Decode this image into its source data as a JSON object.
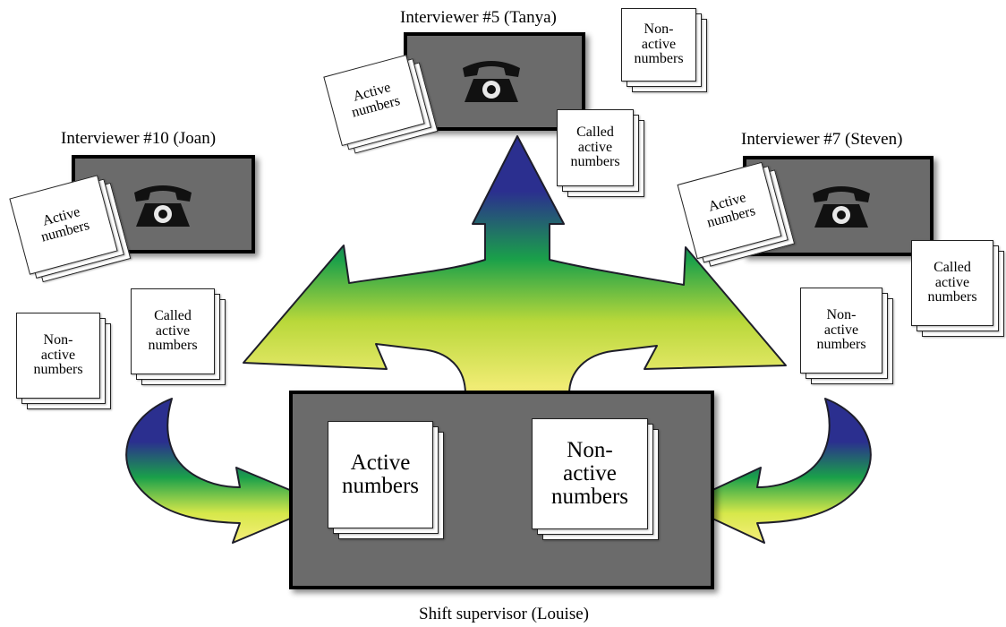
{
  "interviewers": {
    "tanya": {
      "label": "Interviewer #5 (Tanya)"
    },
    "joan": {
      "label": "Interviewer #10 (Joan)"
    },
    "steven": {
      "label": "Interviewer #7 (Steven)"
    }
  },
  "supervisor": {
    "label": "Shift supervisor (Louise)"
  },
  "cards": {
    "active": "Active\nnumbers",
    "non_active": "Non-\nactive\nnumbers",
    "called_active": "Called\nactive\nnumbers"
  },
  "colors": {
    "station_fill": "#6b6b6b",
    "arrow_top": "#2b2f8f",
    "arrow_mid": "#1aa04a",
    "arrow_bottom": "#f6ee7a"
  },
  "icons": {
    "phone": "telephone-icon"
  }
}
